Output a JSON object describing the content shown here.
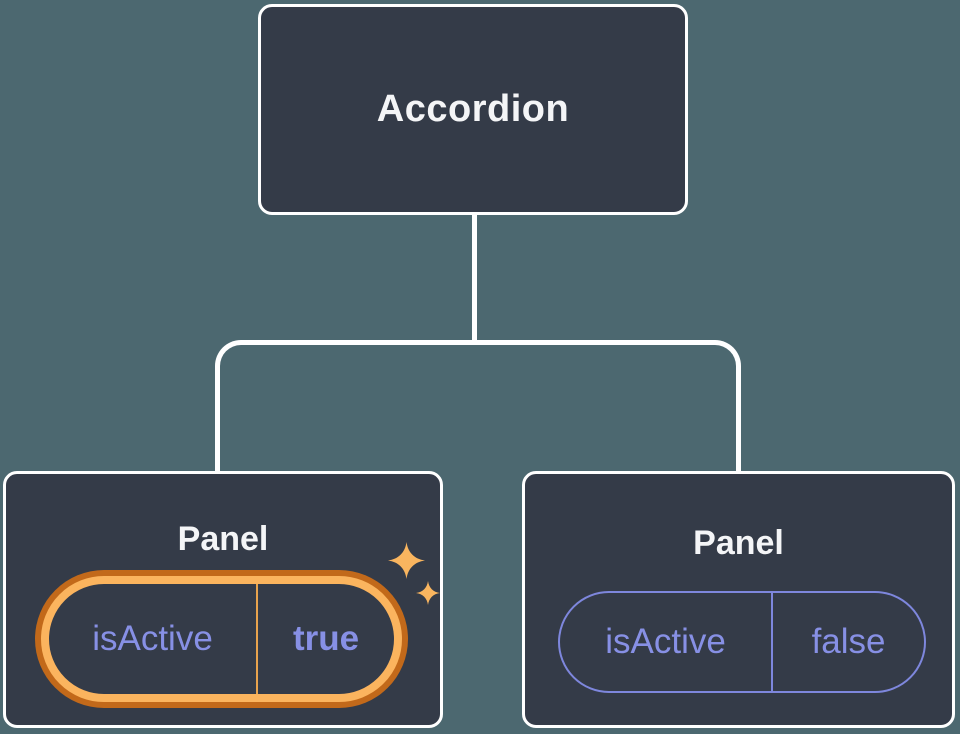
{
  "diagram": {
    "type": "component-tree",
    "root": {
      "label": "Accordion"
    },
    "children": [
      {
        "label": "Panel",
        "state": {
          "key": "isActive",
          "value": "true"
        },
        "highlighted": true,
        "decoration": "sparkle-icon"
      },
      {
        "label": "Panel",
        "state": {
          "key": "isActive",
          "value": "false"
        },
        "highlighted": false
      }
    ]
  },
  "colors": {
    "background": "#4C6870",
    "node_fill": "#343B48",
    "node_border": "#FFFFFF",
    "connector": "#FFFFFF",
    "text_primary": "#F4F5F7",
    "state_text": "#8790E5",
    "state_border": "#7E87DD",
    "highlight_outer": "#C2691A",
    "highlight_inner": "#FBB45E",
    "highlight_divider": "#E8A34D",
    "sparkle": "#F9B55F"
  }
}
